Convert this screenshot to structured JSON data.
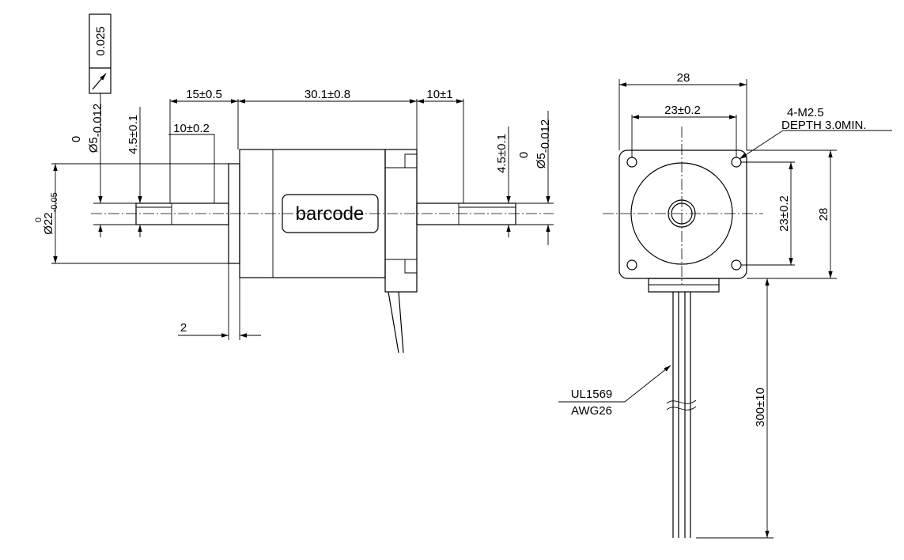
{
  "side_view": {
    "runout_value": "0.025",
    "shaft_left_dia": "Ø5",
    "shaft_left_tol_upper": "0",
    "shaft_left_tol_lower": "-0.012",
    "flat_left": "4.5±0.1",
    "len_15": "15±0.5",
    "len_10_02": "10±0.2",
    "body_len": "30.1±0.8",
    "rear_len": "10±1",
    "flat_right": "4.5±0.1",
    "shaft_right_dia": "Ø5",
    "shaft_right_tol_upper": "0",
    "shaft_right_tol_lower": "-0.012",
    "pilot_dia": "Ø22",
    "pilot_tol_upper": "0",
    "pilot_tol_lower": "-0.05",
    "pilot_thickness": "2",
    "barcode_label": "barcode"
  },
  "front_view": {
    "width": "28",
    "hole_spacing_h": "23±0.2",
    "hole_spec_line1": "4-M2.5",
    "hole_spec_line2": "DEPTH 3.0MIN.",
    "hole_spacing_v": "23±0.2",
    "height": "28",
    "wire_type": "UL1569",
    "wire_gauge": "AWG26",
    "lead_length": "300±10"
  }
}
